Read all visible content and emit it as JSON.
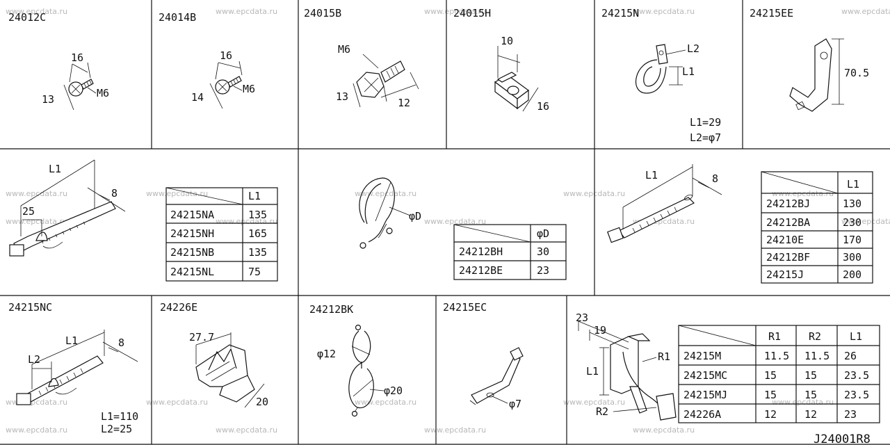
{
  "panels": {
    "p1": {
      "part": "24012C",
      "dims": [
        "16",
        "13",
        "M6"
      ]
    },
    "p2": {
      "part": "24014B",
      "dims": [
        "16",
        "14",
        "M6"
      ]
    },
    "p3": {
      "part": "24015B",
      "dims": [
        "M6",
        "13",
        "12"
      ]
    },
    "p4": {
      "part": "24015H",
      "dims": [
        "10",
        "16"
      ]
    },
    "p5": {
      "part": "24215N",
      "dims": [
        "L2",
        "L1"
      ],
      "notes": [
        "L1=29",
        "L2=φ7"
      ]
    },
    "p6": {
      "part": "24215EE",
      "dims": [
        "70.5"
      ]
    },
    "p7": {
      "dims": [
        "L1",
        "8",
        "25"
      ]
    },
    "p8": {
      "dims": [
        "φD"
      ]
    },
    "p9": {
      "dims": [
        "L1",
        "8"
      ]
    },
    "p10": {
      "part": "24215NC",
      "dims": [
        "L2",
        "L1",
        "8"
      ],
      "notes": [
        "L1=110",
        "L2=25"
      ]
    },
    "p11": {
      "part": "24226E",
      "dims": [
        "27.7",
        "20"
      ]
    },
    "p12": {
      "part": "24212BK",
      "dims": [
        "φ12",
        "φ20"
      ]
    },
    "p13": {
      "part": "24215EC",
      "dims": [
        "φ7"
      ]
    },
    "p14": {
      "dims": [
        "23",
        "19",
        "L1",
        "R1",
        "R2"
      ]
    }
  },
  "table_a": {
    "header": "L1",
    "rows": [
      {
        "part": "24215NA",
        "l1": "135"
      },
      {
        "part": "24215NH",
        "l1": "165"
      },
      {
        "part": "24215NB",
        "l1": "135"
      },
      {
        "part": "24215NL",
        "l1": "75"
      }
    ]
  },
  "table_b": {
    "header": "φD",
    "rows": [
      {
        "part": "24212BH",
        "d": "30"
      },
      {
        "part": "24212BE",
        "d": "23"
      }
    ]
  },
  "table_c": {
    "header": "L1",
    "rows": [
      {
        "part": "24212BJ",
        "l1": "130"
      },
      {
        "part": "24212BA",
        "l1": "230"
      },
      {
        "part": "24210E",
        "l1": "170"
      },
      {
        "part": "24212BF",
        "l1": "300"
      },
      {
        "part": "24215J",
        "l1": "200"
      }
    ]
  },
  "table_d": {
    "headers": [
      "R1",
      "R2",
      "L1"
    ],
    "rows": [
      {
        "part": "24215M",
        "r1": "11.5",
        "r2": "11.5",
        "l1": "26"
      },
      {
        "part": "24215MC",
        "r1": "15",
        "r2": "15",
        "l1": "23.5"
      },
      {
        "part": "24215MJ",
        "r1": "15",
        "r2": "15",
        "l1": "23.5"
      },
      {
        "part": "24226A",
        "r1": "12",
        "r2": "12",
        "l1": "23"
      }
    ]
  },
  "watermark": "www.epcdata.ru",
  "diagram_code": "J24001R8"
}
